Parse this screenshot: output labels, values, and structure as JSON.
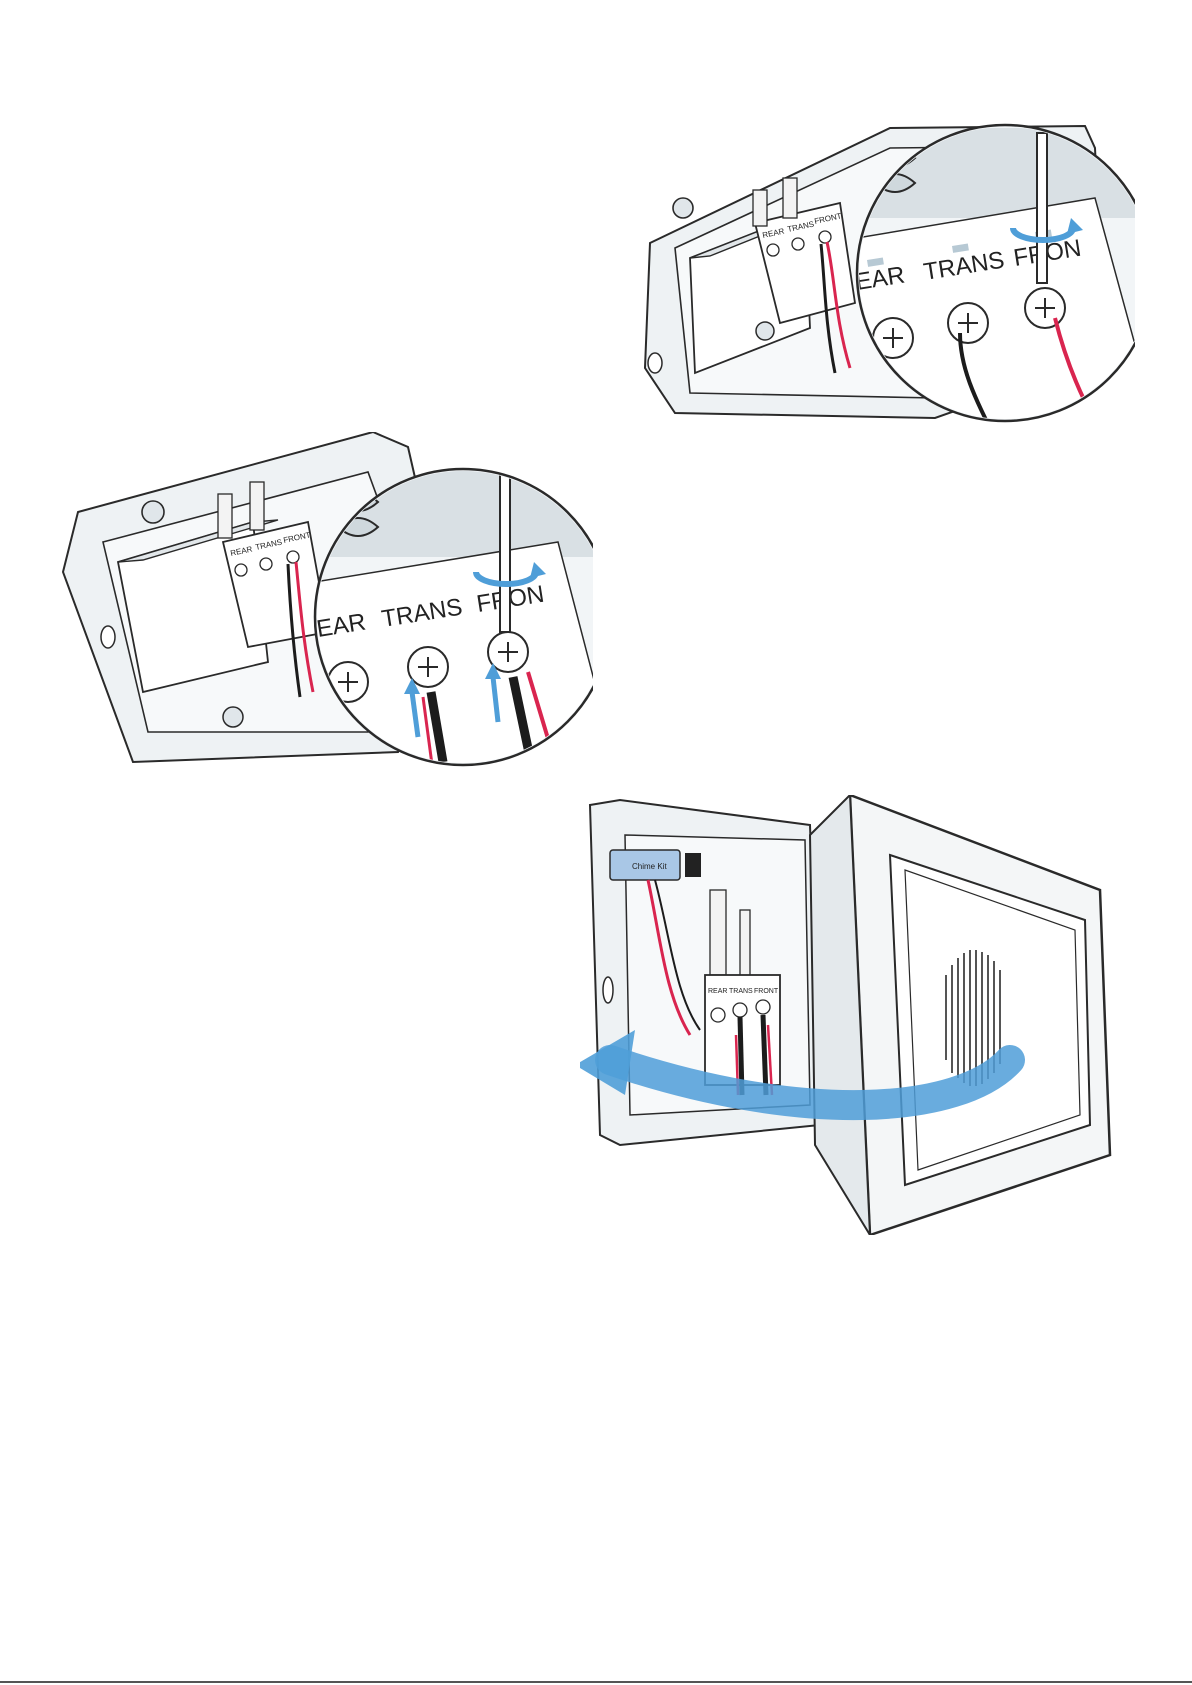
{
  "figure": {
    "panels": [
      {
        "id": "step-tighten-front",
        "terminals": [
          "REAR",
          "TRANS",
          "FRONT"
        ],
        "zoom_labels": [
          "EAR",
          "TRANS",
          "FRON"
        ]
      },
      {
        "id": "step-insert-wires",
        "terminals": [
          "REAR",
          "TRANS",
          "FRONT"
        ],
        "zoom_labels": [
          "EAR",
          "TRANS",
          "FRON"
        ]
      },
      {
        "id": "step-attach-cover",
        "terminals": [
          "REAR",
          "TRANS",
          "FRONT"
        ],
        "module_label": "Chime Kit"
      }
    ]
  },
  "colors": {
    "outline": "#2a2a2a",
    "housing": "#eef2f4",
    "housing_shade": "#d9e0e4",
    "wire_red": "#d9254f",
    "wire_black": "#1c1c1c",
    "arrow_blue": "#4f9ed8",
    "module_blue": "#a9c7e6"
  }
}
